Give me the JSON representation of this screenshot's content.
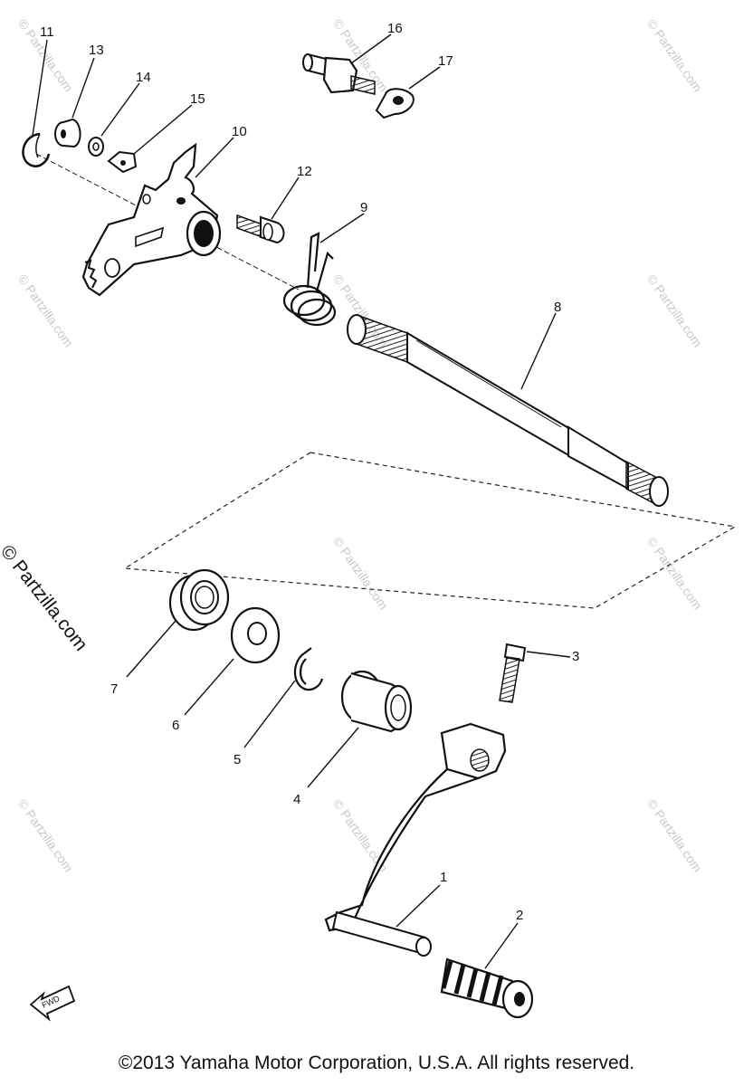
{
  "watermark": {
    "text": "© Partzilla.com"
  },
  "copyright": "©2013  Yamaha Motor Corporation, U.S.A. All rights reserved.",
  "fwd_label": "FWD",
  "callouts": {
    "p1": "1",
    "p2": "2",
    "p3": "3",
    "p4": "4",
    "p5": "5",
    "p6": "6",
    "p7": "7",
    "p8": "8",
    "p9": "9",
    "p10": "10",
    "p11": "11",
    "p12": "12",
    "p13": "13",
    "p14": "14",
    "p15": "15",
    "p16": "16",
    "p17": "17"
  }
}
